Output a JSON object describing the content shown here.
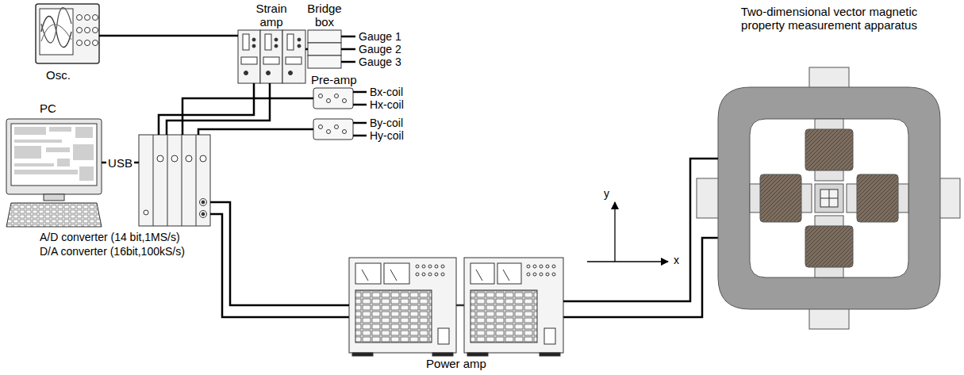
{
  "diagram": {
    "nodes": [
      {
        "text": [
          "Osc."
        ]
      },
      {
        "text": [
          "Strain amp"
        ]
      },
      {
        "text": [
          "Bridge box"
        ]
      },
      {
        "text": [
          "PC"
        ]
      },
      {
        "text": [
          "Pre-amp"
        ]
      },
      {
        "text": [
          "A/D converter (14 bit,1MS/s)",
          "D/A converter (16bit,100kS/s)"
        ]
      },
      {
        "text": [
          "Power amp"
        ]
      },
      {
        "text": [
          "Two-dimensional vector magnetic property measurement apparatus"
        ]
      }
    ],
    "edges": [
      {
        "from": 0,
        "to": 1,
        "arrow": "none"
      },
      {
        "from": 1,
        "to": 2,
        "arrow": "none"
      },
      {
        "from": 1,
        "to": 5,
        "arrow": "none"
      },
      {
        "from": 3,
        "to": 5,
        "label": "USB",
        "arrow": "none"
      },
      {
        "from": 4,
        "to": 5,
        "arrow": "none"
      },
      {
        "from": 5,
        "to": 6,
        "arrow": "none"
      },
      {
        "from": 6,
        "to": 7,
        "arrow": "none"
      }
    ],
    "labels": [
      "Gauge 1",
      "Gauge 2",
      "Gauge 3",
      "Bx-coil",
      "Hx-coil",
      "By-coil",
      "Hy-coil",
      "y",
      "x"
    ]
  }
}
